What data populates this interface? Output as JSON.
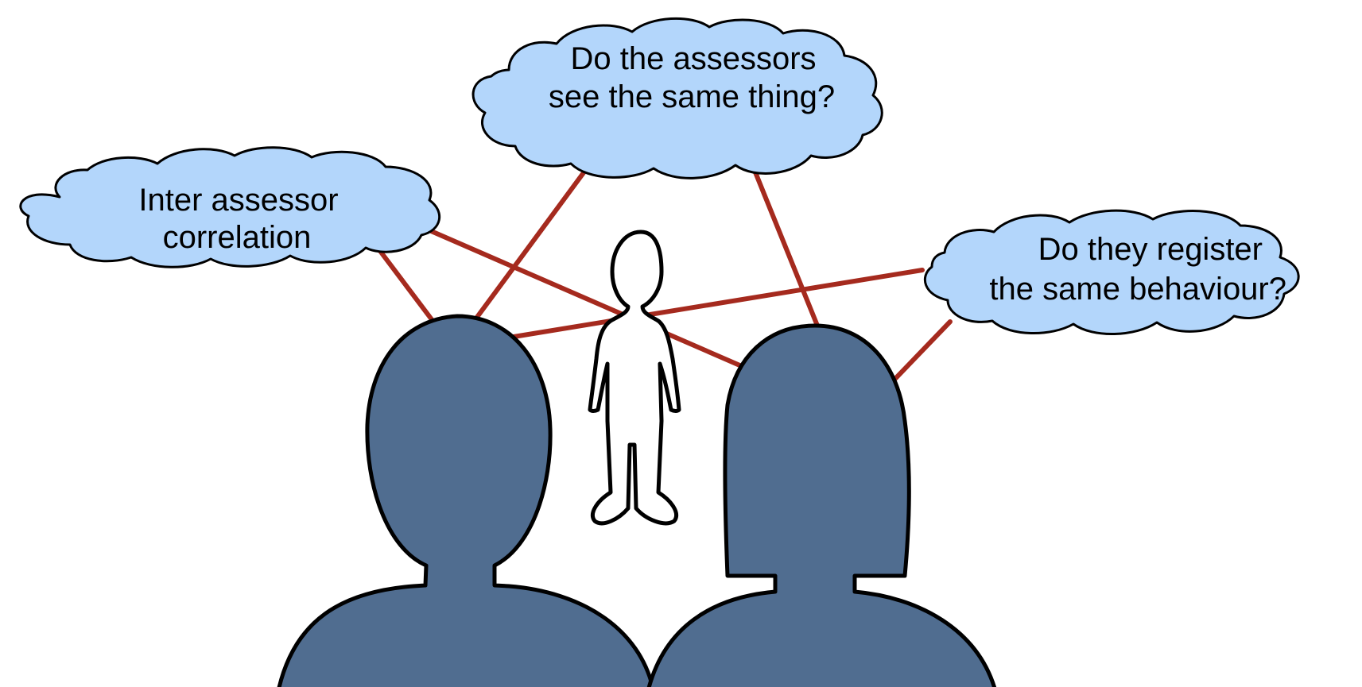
{
  "colors": {
    "cloud_fill": "#b3d6fb",
    "connector": "#a52a1e",
    "silhouette_fill": "#506d90",
    "background": "#ffffff"
  },
  "clouds": {
    "left": {
      "line1": "Inter assessor",
      "line2": "correlation"
    },
    "top": {
      "line1": "Do the assessors",
      "line2": "see the same thing?"
    },
    "right": {
      "line1": "Do they register",
      "line2": "the same behaviour?"
    }
  },
  "icons": {
    "observed_person": "person-outline-icon",
    "assessor_left": "head-silhouette-icon",
    "assessor_right": "head-silhouette-long-hair-icon"
  }
}
